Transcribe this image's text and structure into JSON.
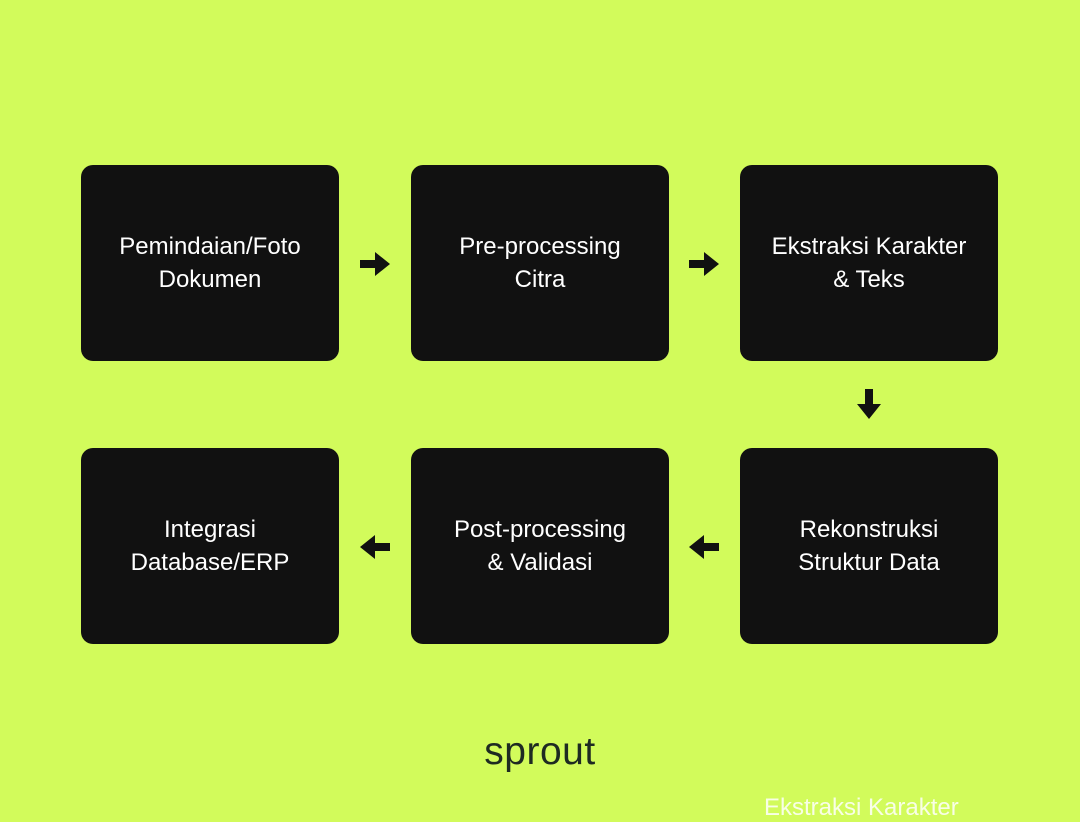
{
  "steps": [
    {
      "line1": "Pemindaian/Foto",
      "line2": "Dokumen"
    },
    {
      "line1": "Pre-processing",
      "line2": "Citra"
    },
    {
      "line1": "Ekstraksi Karakter",
      "line2": "& Teks"
    },
    {
      "line1": "Rekonstruksi",
      "line2": "Struktur Data"
    },
    {
      "line1": "Post-processing",
      "line2": "& Validasi"
    },
    {
      "line1": "Integrasi",
      "line2": "Database/ERP"
    }
  ],
  "arrows": [
    "right-arrow-icon",
    "right-arrow-icon",
    "down-arrow-icon",
    "left-arrow-icon",
    "left-arrow-icon"
  ],
  "brand": {
    "logo_text": "sprout"
  },
  "footer_partial_text": "Ekstraksi Karakter",
  "colors": {
    "background": "#d2fb5b",
    "box": "#111111",
    "box_text": "#ffffff",
    "arrow": "#111111",
    "logo": "#1e2a22"
  }
}
